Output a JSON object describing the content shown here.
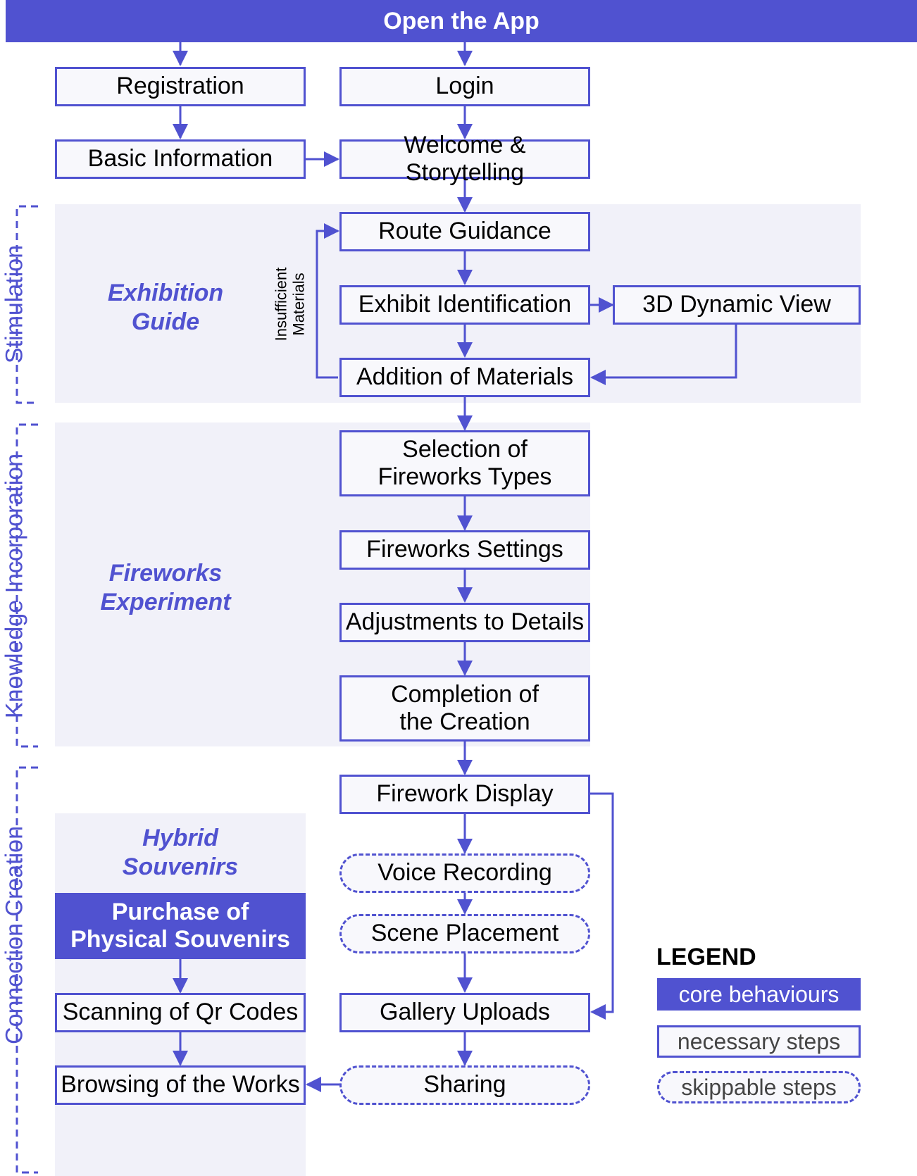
{
  "header": {
    "title": "Open the App"
  },
  "stages": {
    "stimulation": "Stimulation",
    "knowledge": "Knowledge Incorporation",
    "connection": "Connection Creation"
  },
  "groups": {
    "exhibition": [
      "Exhibition",
      "Guide"
    ],
    "fireworks": [
      "Fireworks",
      "Experiment"
    ],
    "souvenirs": [
      "Hybrid",
      "Souvenirs"
    ]
  },
  "loop_label": [
    "Insufficient",
    "Materials"
  ],
  "steps": {
    "registration": "Registration",
    "login": "Login",
    "basic_info": "Basic Information",
    "welcome": "Welcome & Storytelling",
    "route": "Route Guidance",
    "exhibit_id": "Exhibit Identification",
    "view3d": "3D Dynamic View",
    "materials": "Addition of Materials",
    "selection": [
      "Selection of",
      "Fireworks Types"
    ],
    "settings": "Fireworks Settings",
    "adjustments": "Adjustments to Details",
    "completion": [
      "Completion of",
      "the Creation"
    ],
    "display": "Firework Display",
    "voice": "Voice Recording",
    "scene": "Scene Placement",
    "gallery": "Gallery Uploads",
    "sharing": "Sharing",
    "purchase": [
      "Purchase of",
      "Physical Souvenirs"
    ],
    "scanning": "Scanning of Qr Codes",
    "browsing": "Browsing of the Works"
  },
  "legend": {
    "title": "LEGEND",
    "core": "core behaviours",
    "necessary": "necessary steps",
    "skippable": "skippable steps"
  },
  "colors": {
    "accent": "#5052d0",
    "zone": "#f1f1f9",
    "box_fill": "#f8f8fc"
  }
}
